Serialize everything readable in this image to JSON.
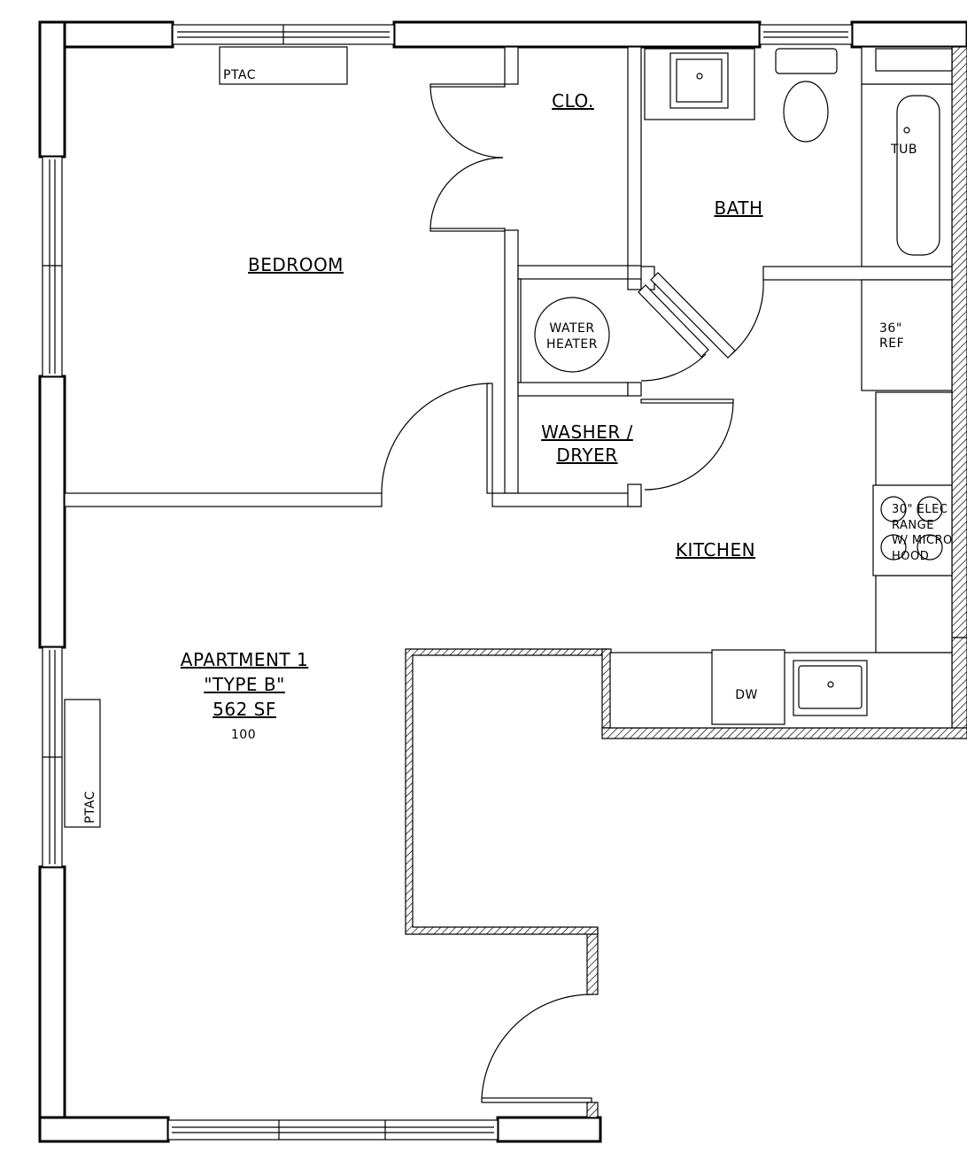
{
  "rooms": {
    "bedroom": "BEDROOM",
    "closet": "CLO.",
    "bath": "BATH",
    "kitchen": "KITCHEN",
    "washer_line1": "WASHER /",
    "washer_line2": "DRYER"
  },
  "apartment": {
    "name": "APARTMENT 1",
    "type": "\"TYPE B\"",
    "area": "562 SF",
    "number": "100"
  },
  "fixtures": {
    "ptac_top": "PTAC",
    "ptac_left": "PTAC",
    "water_heater_line1": "WATER",
    "water_heater_line2": "HEATER",
    "tub": "TUB",
    "ref_line1": "36\"",
    "ref_line2": "REF",
    "range_line1": "30\" ELEC",
    "range_line2": "RANGE",
    "range_line3": "W/ MICRO",
    "range_line4": "HOOD",
    "dishwasher": "DW"
  },
  "colors": {
    "line": "#000000",
    "background": "#ffffff"
  }
}
